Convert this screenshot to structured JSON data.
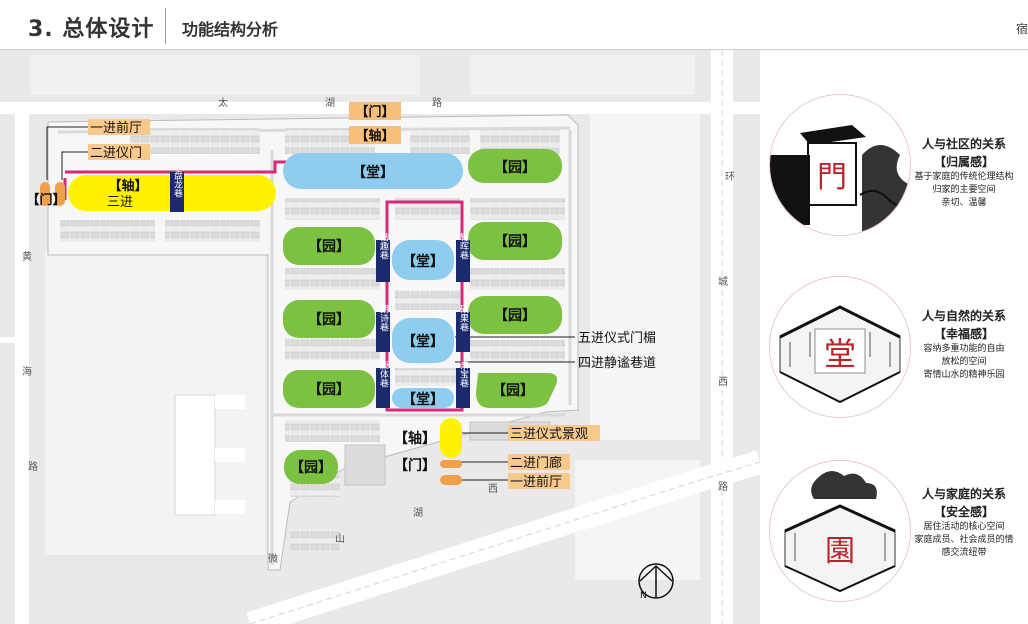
{
  "header": {
    "title": "3. 总体设计",
    "subtitle": "功能结构分析",
    "cut_text": "宿"
  },
  "roads": {
    "tai": "太",
    "hu": "湖",
    "lu": "路",
    "huang": "黄",
    "hai": "海",
    "lu_left": "路",
    "huan": "环",
    "cheng": "城",
    "xi": "西",
    "lu_right": "路",
    "xi2": "西",
    "hu2": "湖",
    "shan": "山",
    "wei": "微"
  },
  "blocks": {
    "tang_top": "【堂】",
    "tang_mid1": "【堂】",
    "tang_mid2": "【堂】",
    "tang_bot": "【堂】",
    "yuan_1": "【园】",
    "yuan_2": "【园】",
    "yuan_3": "【园】",
    "yuan_4": "【园】",
    "yuan_5": "【园】",
    "yuan_6": "【园】",
    "yuan_7": "【园】",
    "yuan_8": "【园】",
    "zhou_main": "【轴】",
    "sanjin": "三进",
    "men_left": "【门】",
    "men_top": "【门】",
    "zhou_top": "【轴】",
    "zhou_south": "【轴】",
    "men_south": "【门】"
  },
  "alleys": {
    "panlong": "盘龙巷",
    "xieqü": "谐趣巷",
    "qinghui": "轻晖巷",
    "langshi": "朗诗巷",
    "shuoguo": "硕果巷",
    "kangti": "康体巷",
    "qinbao": "亲宝巷"
  },
  "callouts": {
    "c1": "一进前厅",
    "c2": "二进仪门",
    "c3": "五进仪式门楣",
    "c4": "四进静谧巷道",
    "c5": "三进仪式景观",
    "c6": "二进门廊",
    "c7": "一进前厅"
  },
  "compass": {
    "north": "N"
  },
  "panels": [
    {
      "glyph": "門",
      "title": "人与社区的关系",
      "feeling": "【归属感】",
      "d1": "基于家庭的传统伦理结构",
      "d2": "归家的主要空间",
      "d3": "亲切、温馨"
    },
    {
      "glyph": "堂",
      "title": "人与自然的关系",
      "feeling": "【幸福感】",
      "d1": "容纳多重功能的自由",
      "d2": "放松的空间",
      "d3": "寄情山水的精神乐园"
    },
    {
      "glyph": "園",
      "title": "人与家庭的关系",
      "feeling": "【安全感】",
      "d1": "居住活动的核心空间",
      "d2": "家庭成员、社会成员的情",
      "d3": "感交流纽带"
    }
  ],
  "colors": {
    "green": "#7cc142",
    "blue": "#8ecdf0",
    "yellow": "#fff200",
    "orange": "#f0a04b",
    "magenta": "#d6297a",
    "navy": "#1a2a6c",
    "seal_red": "#b8262c"
  }
}
